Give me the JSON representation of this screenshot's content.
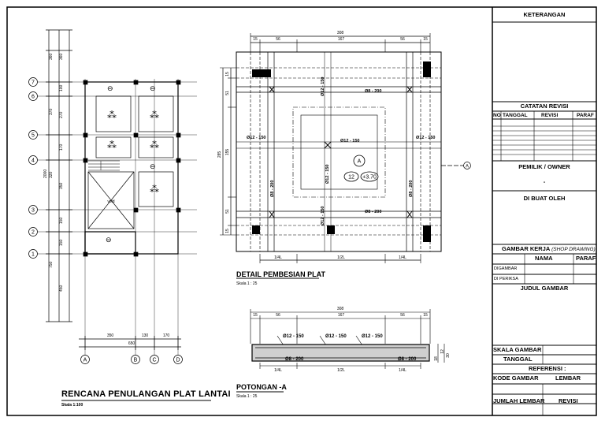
{
  "drawings": {
    "plan": {
      "title": "RENCANA PENULANGAN PLAT LANTAI",
      "scale": "Skala 1:100",
      "vertical_dims": [
        "360",
        "360",
        "100",
        "370",
        "270",
        "170",
        "320",
        "2000",
        "350",
        "150",
        "150",
        "750",
        "450"
      ],
      "horizontal_dims": [
        "350",
        "130",
        "170"
      ],
      "overall_dim": "650",
      "grid_rows": [
        "7",
        "6",
        "5",
        "4",
        "3",
        "2",
        "1"
      ],
      "grid_cols": [
        "A",
        "B",
        "C",
        "D"
      ],
      "void_label": "void"
    },
    "detail": {
      "title": "DETAIL PEMBESIAN PLAT",
      "scale": "Skala 1 : 25",
      "top_dims": [
        "15",
        "56",
        "167",
        "56",
        "15"
      ],
      "overall_dim": "308",
      "left_dims": [
        "15",
        "51",
        "155",
        "51",
        "15"
      ],
      "left_overall": "285",
      "bottom_dims": [
        "1/4L",
        "1/2L",
        "1/4L"
      ],
      "rebar_labels": {
        "top_main": "Ø8 - 200",
        "bottom_main": "Ø8 - 200",
        "left_vertical": "Ø8 - 200",
        "right_vertical": "Ø8 - 200",
        "top_extra": "Ø12 - 150",
        "bottom_extra": "Ø12 - 150",
        "center_h": "Ø12 - 150",
        "center_v": "Ø12 - 150",
        "left_extra": "Ø12 - 150",
        "right_extra": "Ø12 - 150"
      },
      "section_marker": "A",
      "elevation_tag": "12",
      "elevation_value": "+3.70",
      "cut_marker": "A"
    },
    "section": {
      "title": "POTONGAN -A",
      "scale": "Skala 1 : 25",
      "top_dims": [
        "15",
        "56",
        "167",
        "56",
        "15"
      ],
      "overall_dim": "308",
      "bottom_dims": [
        "1/4L",
        "1/2L",
        "1/4L"
      ],
      "rebar_labels": [
        "Ø12 - 150",
        "Ø12 - 150",
        "Ø12 - 150",
        "Ø8 - 200",
        "Ø8 - 200"
      ],
      "thickness_dims": [
        "18",
        "12",
        "30"
      ]
    }
  },
  "title_block": {
    "keterangan": "KETERANGAN",
    "catatan_revisi": "CATATAN REVISI",
    "rev_cols": [
      "NO",
      "TANGGAL",
      "REVISI",
      "PARAF"
    ],
    "pemilik": "PEMILIK / OWNER",
    "pemilik_value": "-",
    "dibuat_oleh": "DI BUAT OLEH",
    "gambar_kerja": "GAMBAR KERJA",
    "gambar_kerja_sub": "(SHOP DRAWING)",
    "nama": "NAMA",
    "paraf": "PARAF",
    "digambar": "DIGAMBAR",
    "diperiksa": "DI PERIKSA",
    "judul_gambar": "JUDUL GAMBAR",
    "skala_gambar": "SKALA GAMBAR",
    "tanggal": "TANGGAL",
    "referensi": "REFERENSI :",
    "kode_gambar": "KODE GAMBAR",
    "lembar": "LEMBAR",
    "jumlah_lembar": "JUMLAH LEMBAR",
    "revisi": "REVISI"
  }
}
